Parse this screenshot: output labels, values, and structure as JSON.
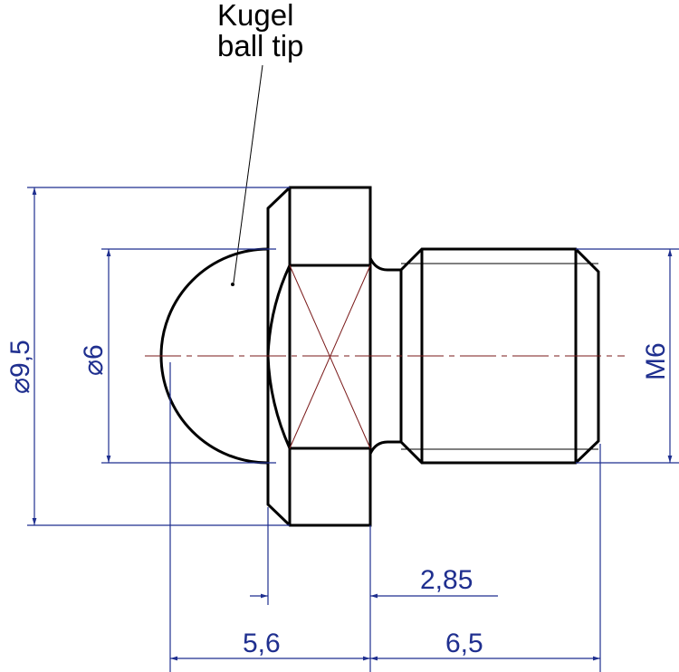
{
  "label": {
    "line1": "Kugel",
    "line2": "ball tip"
  },
  "dimensions": {
    "dia_outer": "⌀9,5",
    "dia_ball": "⌀6",
    "thread": "M6",
    "head_width": "2,85",
    "left_length": "5,6",
    "right_length": "6,5"
  },
  "colors": {
    "dimension": "#1f2f8f",
    "centerline": "#7a1a1a"
  }
}
